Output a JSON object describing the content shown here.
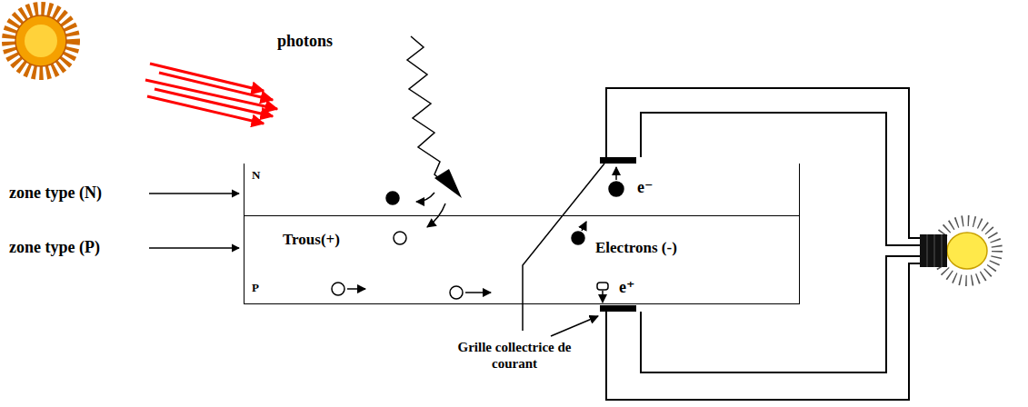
{
  "diagram": {
    "nodes": [
      {
        "text": [
          "N",
          "e⁻"
        ]
      },
      {
        "text": [
          "Trous(+)",
          "P",
          "Electrons (-)",
          "e⁺"
        ]
      }
    ],
    "labels": [
      "photons",
      "zone type (N)",
      "zone type (P)",
      "Grille collectrice de courant"
    ]
  }
}
